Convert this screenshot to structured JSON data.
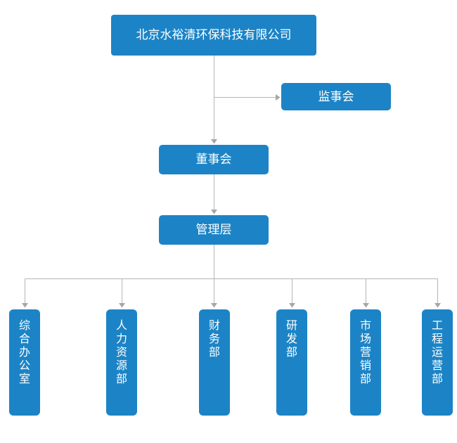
{
  "diagram_type": "organization-chart",
  "colors": {
    "node_fill": "#1c84c6",
    "node_text": "#ffffff",
    "line": "#b5b5b5",
    "arrow": "#a6a6a6",
    "background": "#ffffff"
  },
  "org": {
    "root": {
      "label": "北京水裕清环保科技有限公司"
    },
    "supervisory_board": {
      "label": "监事会"
    },
    "board_of_directors": {
      "label": "董事会"
    },
    "management": {
      "label": "管理层"
    },
    "departments": [
      {
        "label": "综合办公室"
      },
      {
        "label": "人力资源部"
      },
      {
        "label": "财务部"
      },
      {
        "label": "研发部"
      },
      {
        "label": "市场营销部"
      },
      {
        "label": "工程运营部"
      }
    ]
  }
}
